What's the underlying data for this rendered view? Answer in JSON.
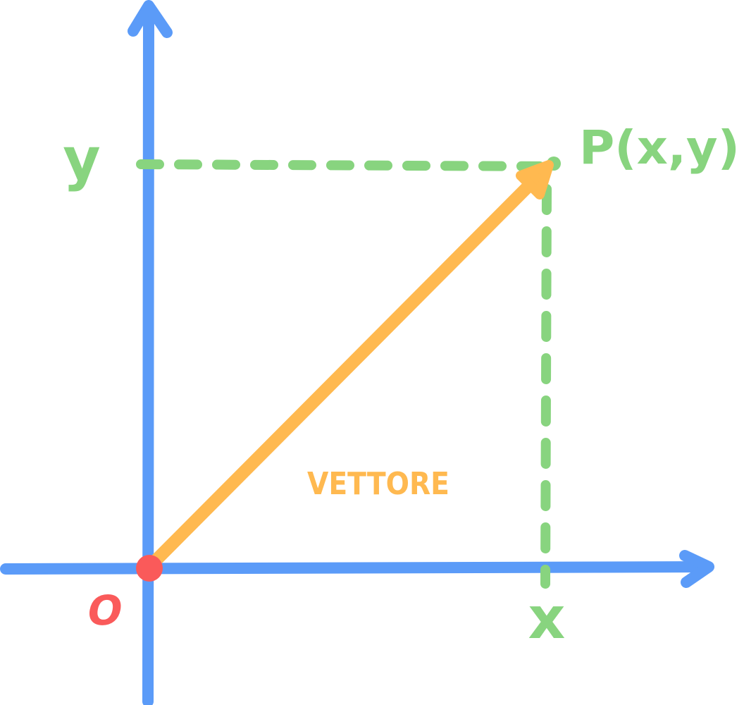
{
  "diagram": {
    "labels": {
      "origin": "O",
      "x_tick": "x",
      "y_tick": "y",
      "point": "P(x,y)",
      "vector": "VETTORE"
    },
    "colors": {
      "axis": "#5b9bf8",
      "guide": "#88d47f",
      "vector": "#ffb950",
      "origin": "#fa5a5a",
      "background": "#ffffff"
    }
  }
}
